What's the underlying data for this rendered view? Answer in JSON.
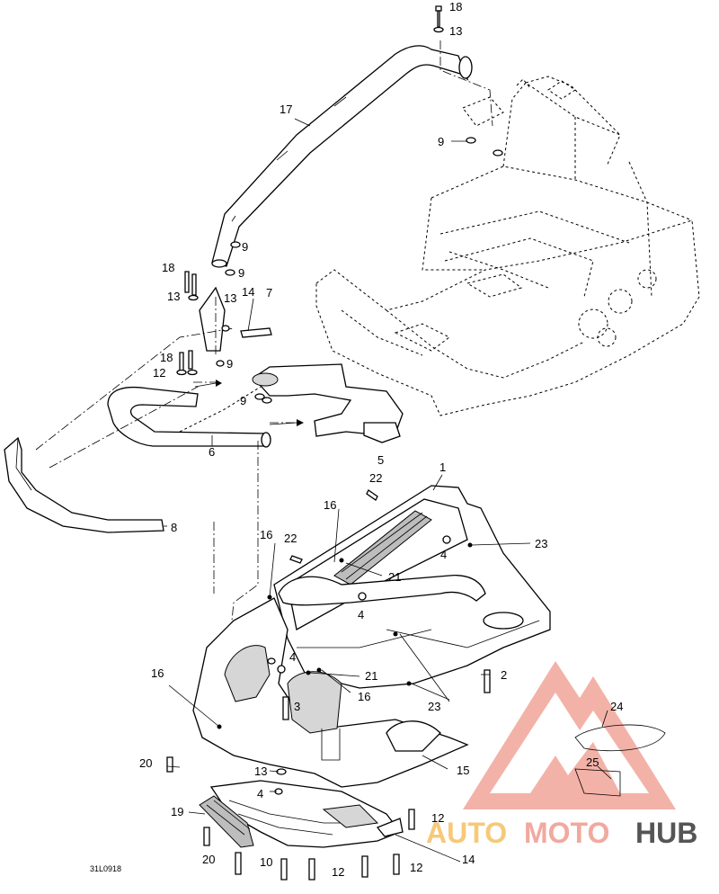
{
  "diagram": {
    "drawing_code": "31L0918",
    "callouts": {
      "c1": "1",
      "c2": "2",
      "c3": "3",
      "c4a": "4",
      "c4b": "4",
      "c4c": "4",
      "c4d": "4",
      "c5": "5",
      "c6": "6",
      "c7": "7",
      "c8": "8",
      "c9a": "9",
      "c9b": "9",
      "c9c": "9",
      "c9d": "9",
      "c9e": "9",
      "c10": "10",
      "c12a": "12",
      "c12b": "12",
      "c12c": "12",
      "c12d": "12",
      "c13a": "13",
      "c13b": "13",
      "c13c": "13",
      "c13d": "13",
      "c14a": "14",
      "c14b": "14",
      "c15": "15",
      "c16a": "16",
      "c16b": "16",
      "c16c": "16",
      "c16d": "16",
      "c17": "17",
      "c18a": "18",
      "c18b": "18",
      "c18c": "18",
      "c19": "19",
      "c20a": "20",
      "c20b": "20",
      "c21a": "21",
      "c21b": "21",
      "c22a": "22",
      "c22b": "22",
      "c23a": "23",
      "c23b": "23",
      "c24": "24",
      "c25": "25"
    }
  },
  "watermark": {
    "word_part1": "AUTO",
    "word_part2": "MOTO",
    "word_part3": "HUB",
    "color_accent": "#f1a99f",
    "color_accent_2": "#f6c97a",
    "color_dark": "#555555"
  }
}
